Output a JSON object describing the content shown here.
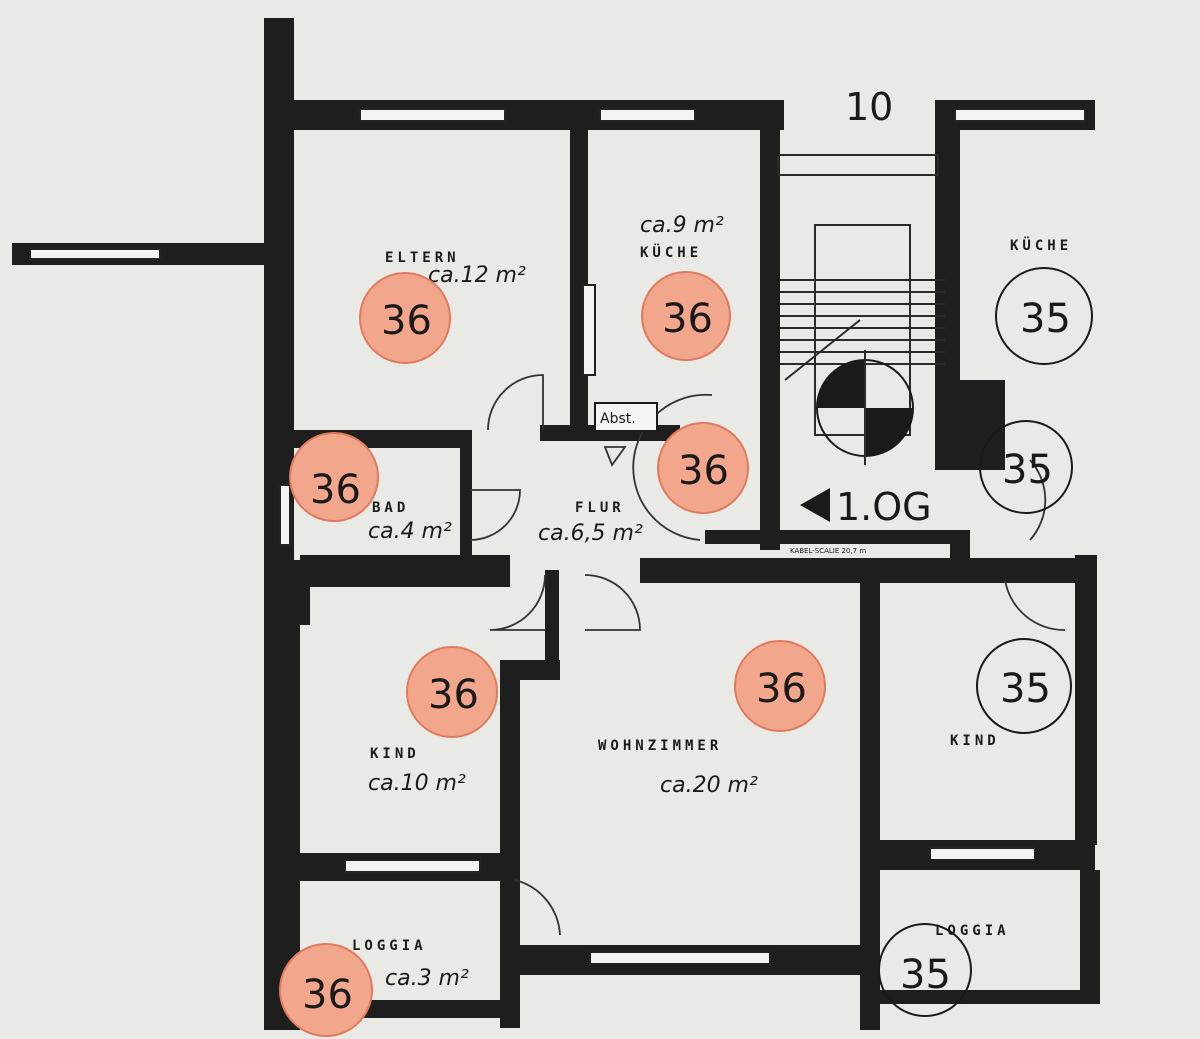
{
  "floor_number": "10",
  "floor_label": "1.OG",
  "scale_note": "KABEL-SCALIE 20,7 m",
  "storage_label": "Abst.",
  "rooms": {
    "eltern": {
      "name": "ELTERN",
      "area": "ca.12 m²"
    },
    "kueche": {
      "name": "KÜCHE",
      "area": "ca.9 m²"
    },
    "kueche_r": {
      "name": "KÜCHE"
    },
    "bad": {
      "name": "BAD",
      "area": "ca.4 m²"
    },
    "flur": {
      "name": "FLUR",
      "area": "ca.6,5 m²"
    },
    "kind_l": {
      "name": "KIND",
      "area": "ca.10 m²"
    },
    "wohn": {
      "name": "WOHNZIMMER",
      "area": "ca.20 m²"
    },
    "kind_r": {
      "name": "KIND"
    },
    "loggia_l": {
      "name": "LOGGIA",
      "area": "ca.3 m²"
    },
    "loggia_r": {
      "name": "LOGGIA"
    }
  },
  "markers": {
    "eltern": "36",
    "kueche": "36",
    "bad": "36",
    "flur": "36",
    "kind_l": "36",
    "wohn": "36",
    "loggia_l": "36",
    "kueche_r": "35",
    "flur_r": "35",
    "kind_r": "35",
    "loggia_r": "35"
  },
  "colors": {
    "unit_36_highlight": "#f2a78c",
    "wall": "#1e1e1e",
    "paper": "#e9e9e6"
  }
}
